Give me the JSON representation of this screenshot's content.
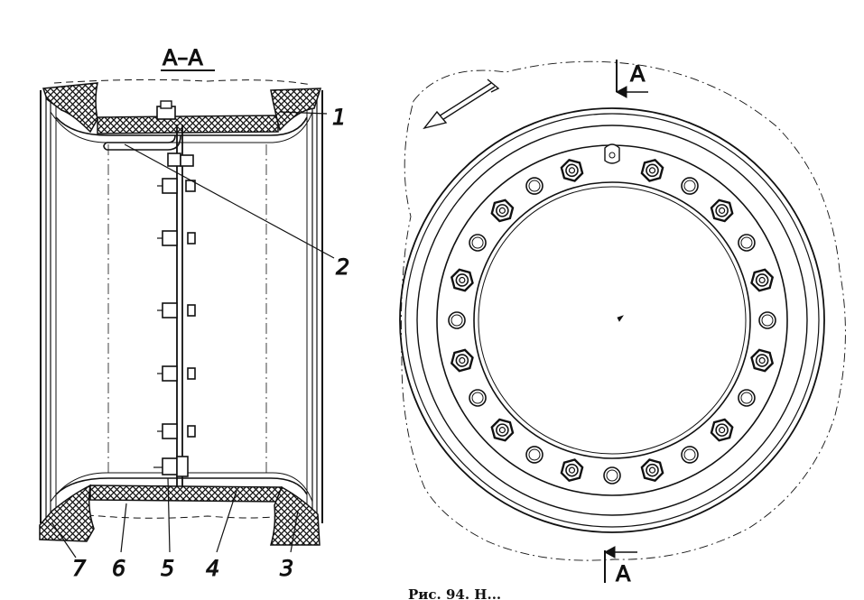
{
  "diagram": {
    "section_title": "A–A",
    "section_marker_top": "A",
    "section_marker_bottom": "A",
    "callouts": [
      "1",
      "2",
      "3",
      "4",
      "5",
      "6",
      "7"
    ],
    "caption": "Рис. 94. Н..."
  }
}
